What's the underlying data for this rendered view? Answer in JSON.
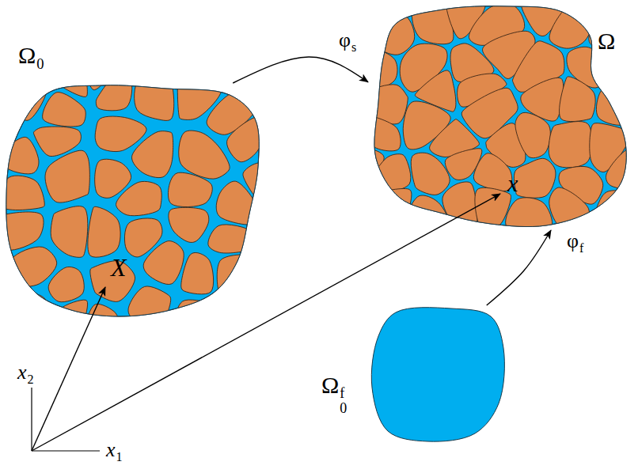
{
  "diagram": {
    "nodes": [
      {
        "text": [
          "Ω0",
          "X"
        ]
      },
      {
        "text": [
          "Ω",
          "x"
        ]
      },
      {
        "text": [
          "Ω0f"
        ]
      }
    ],
    "edges": [
      {
        "from": 0,
        "to": 1,
        "arrow": "to",
        "label": "φs"
      },
      {
        "from": 2,
        "to": 1,
        "arrow": "to",
        "label": "φf"
      }
    ],
    "labels": [
      "x2",
      "x1"
    ]
  }
}
